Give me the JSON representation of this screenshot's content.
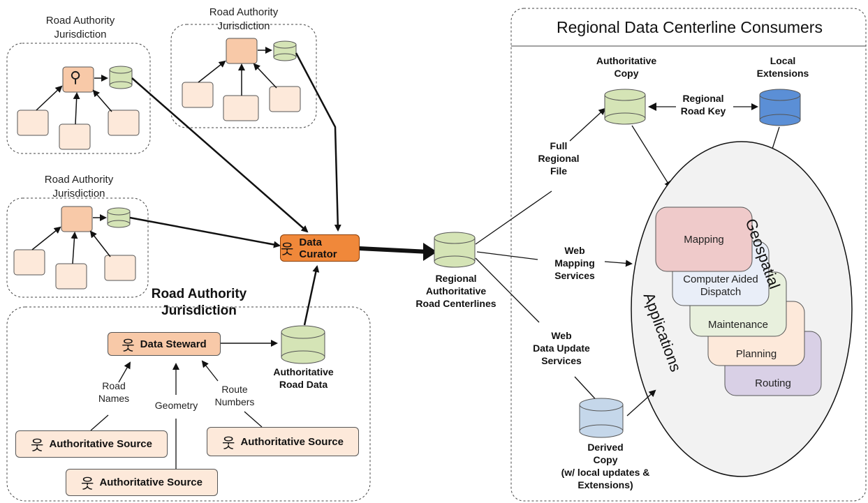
{
  "panel": {
    "title": "Regional Data Centerline Consumers"
  },
  "jurisdiction_label": "Road Authority Jurisdiction",
  "jurisdictions_small": [
    {
      "line1": "Road Authority",
      "line2": "Jurisdiction"
    },
    {
      "line1": "Road Authority",
      "line2": "Jurisdiction"
    },
    {
      "line1": "Road Authority",
      "line2": "Jurisdiction"
    }
  ],
  "main_jurisdiction": {
    "line1": "Road Authority",
    "line2": "Jurisdiction"
  },
  "data_steward": "Data Steward",
  "data_curator": "Data Curator",
  "authoritative_source": "Authoritative Source",
  "edge_labels": {
    "road_names": [
      "Road",
      "Names"
    ],
    "geometry": "Geometry",
    "route_numbers": [
      "Route",
      "Numbers"
    ]
  },
  "authoritative_road_data": [
    "Authoritative",
    "Road Data"
  ],
  "regional_centerlines": [
    "Regional",
    "Authoritative",
    "Road Centerlines"
  ],
  "consumers": {
    "full_regional_file": [
      "Full",
      "Regional",
      "File"
    ],
    "web_mapping": [
      "Web",
      "Mapping",
      "Services"
    ],
    "web_data_update": [
      "Web",
      "Data Update",
      "Services"
    ],
    "authoritative_copy": [
      "Authoritative",
      "Copy"
    ],
    "local_extensions": [
      "Local",
      "Extensions"
    ],
    "regional_road_key": [
      "Regional",
      "Road Key"
    ],
    "derived_copy": [
      "Derived",
      "Copy",
      "(w/ local updates &",
      "Extensions)"
    ]
  },
  "geospatial": "Geospatial",
  "applications": "Applications",
  "apps": [
    "Mapping",
    "Computer Aided Dispatch",
    "Maintenance",
    "Planning",
    "Routing"
  ],
  "colors": {
    "source_fill": "#fde9da",
    "steward_fill": "#f8c9a8",
    "curator_fill": "#f0883a",
    "db_green": "#d5e4b6",
    "db_blue": "#5b8fd6",
    "db_lightblue": "#c5d7ea",
    "app_mapping": "#efcaca",
    "app_cad": "#e9eef8",
    "app_maintenance": "#e8f0dd",
    "app_planning": "#fde9da",
    "app_routing": "#d9d0e6"
  }
}
